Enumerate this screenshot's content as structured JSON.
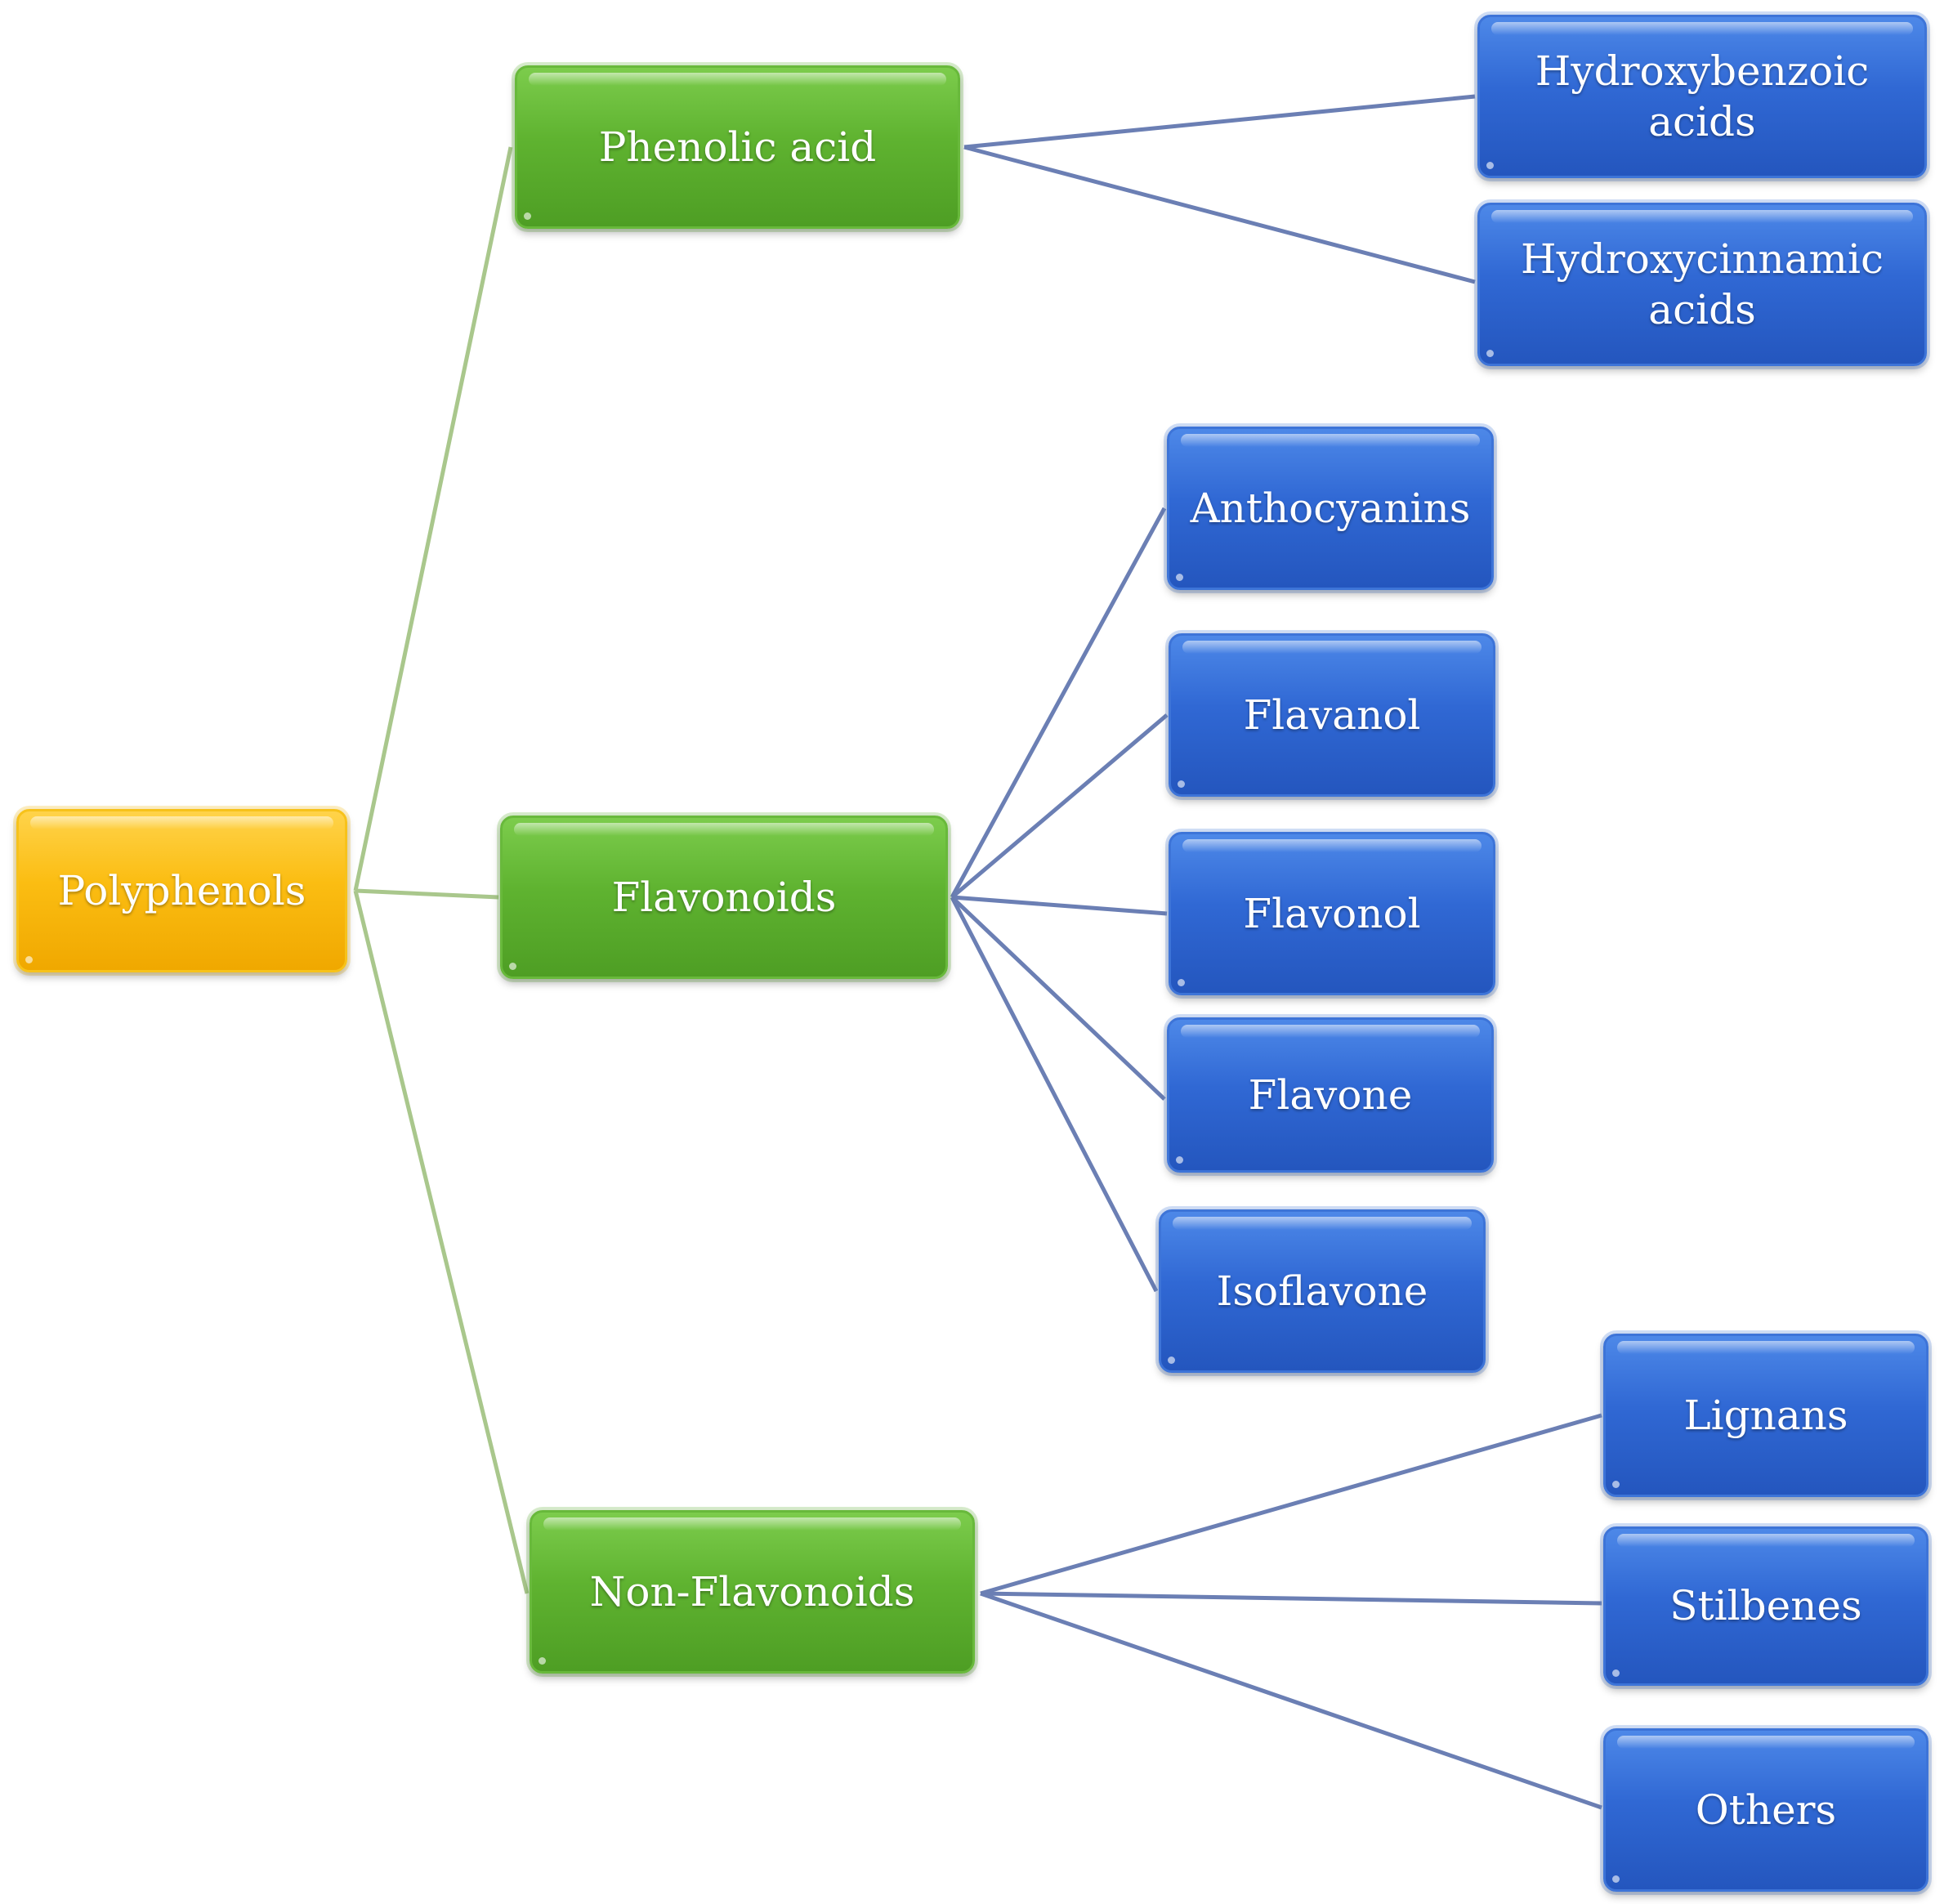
{
  "diagram": {
    "colors": {
      "root": "#fbbd12",
      "category": "#5fb330",
      "subclass": "#3068d4",
      "root_link": "#a9c78c",
      "child_link": "#6b7fb4"
    },
    "root": {
      "label": "Polyphenols"
    },
    "categories": [
      {
        "label": "Phenolic acid",
        "children": [
          "Hydroxybenzoic acids",
          "Hydroxycinnamic acids"
        ]
      },
      {
        "label": "Flavonoids",
        "children": [
          "Anthocyanins",
          "Flavanol",
          "Flavonol",
          "Flavone",
          "Isoflavone"
        ]
      },
      {
        "label": "Non-Flavonoids",
        "children": [
          "Lignans",
          "Stilbenes",
          "Others"
        ]
      }
    ]
  }
}
